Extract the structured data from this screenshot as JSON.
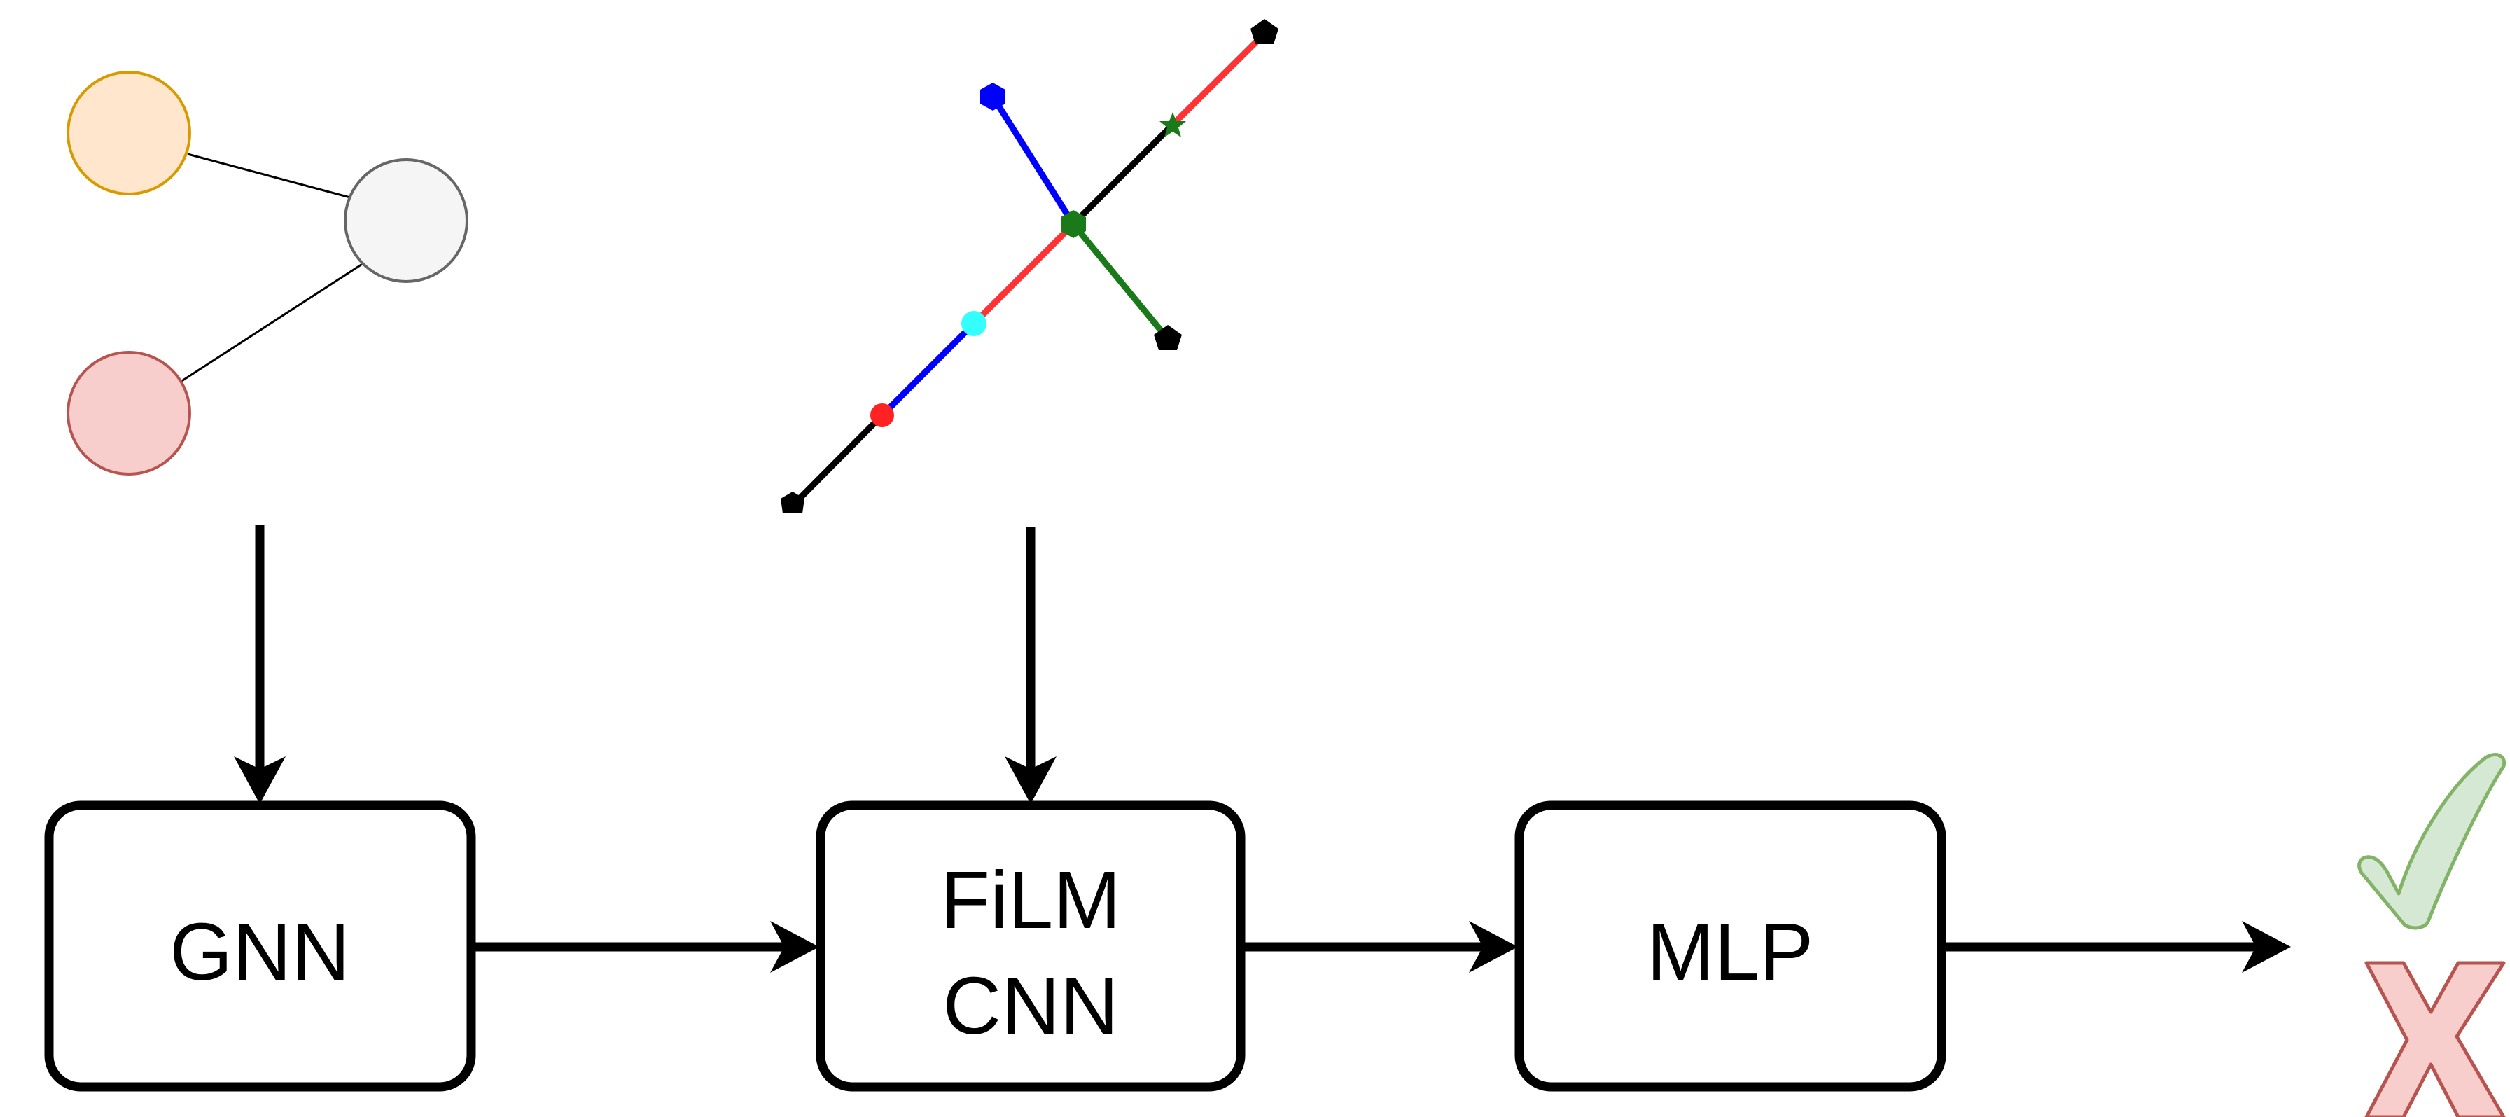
{
  "boxes": {
    "gnn": {
      "label": "GNN"
    },
    "film": {
      "line1": "FiLM",
      "line2": "CNN"
    },
    "mlp": {
      "label": "MLP"
    }
  },
  "graph_nodes": [
    {
      "name": "orange-node",
      "fill": "#ffe6cc",
      "stroke": "#d79b00"
    },
    {
      "name": "grey-node",
      "fill": "#f5f5f5",
      "stroke": "#666666"
    },
    {
      "name": "pink-node",
      "fill": "#f8cecc",
      "stroke": "#b85450"
    }
  ],
  "outputs": {
    "check": {
      "fill": "#d5e8d4",
      "stroke": "#82b366",
      "icon": "check-icon"
    },
    "cross": {
      "fill": "#f8cecc",
      "stroke": "#b85450",
      "icon": "cross-icon"
    }
  },
  "colors": {
    "line_black": "#000000",
    "line_red": "#ff3333",
    "line_blue": "#0000ff",
    "line_green": "#1a7a1a",
    "node_cyan": "#33ffff",
    "node_red": "#ff2222"
  }
}
